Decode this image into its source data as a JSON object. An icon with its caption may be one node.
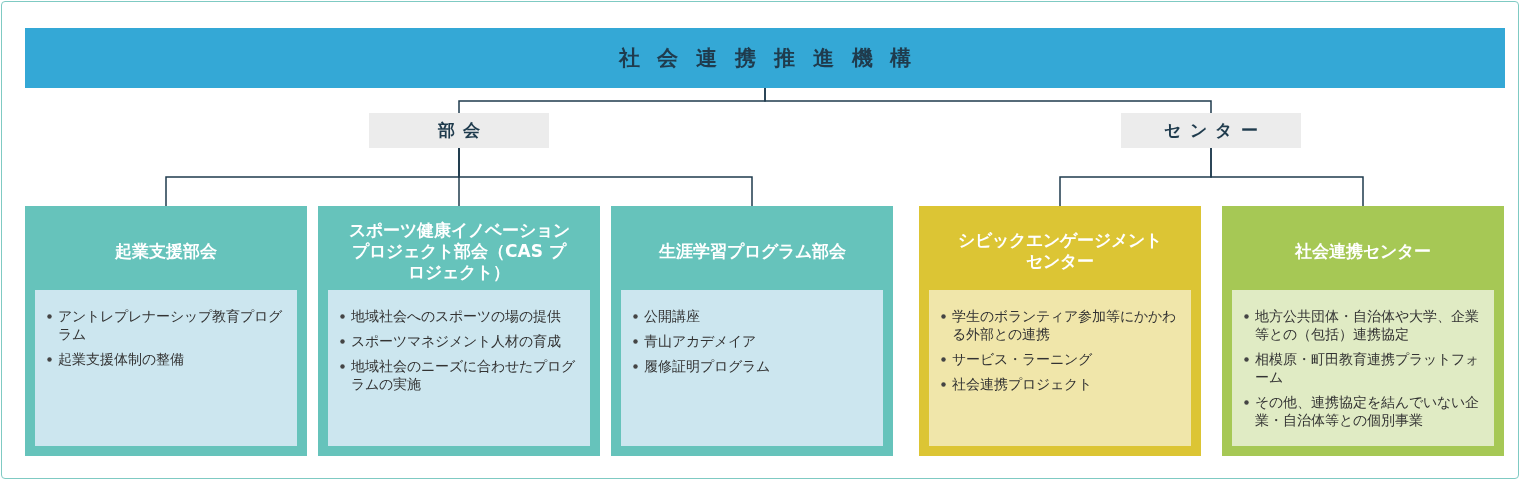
{
  "diagram": {
    "nodes": [
      {
        "text": [
          "社会連携推進機構"
        ]
      },
      {
        "text": [
          "部会"
        ]
      },
      {
        "text": [
          "センター"
        ]
      },
      {
        "text": [
          "起業支援部会"
        ]
      },
      {
        "text": [
          "アントレプレナーシップ教育プログラム",
          "起業支援体制の整備"
        ],
        "in": 3
      },
      {
        "text": [
          "スポーツ健康イノベーションプロジェクト部会（CAS プロジェクト）"
        ]
      },
      {
        "text": [
          "地域社会へのスポーツの場の提供",
          "スポーツマネジメント人材の育成",
          "地域社会のニーズに合わせたプログラムの実施"
        ],
        "in": 5
      },
      {
        "text": [
          "生涯学習プログラム部会"
        ]
      },
      {
        "text": [
          "公開講座",
          "青山アカデメイア",
          "履修証明プログラム"
        ],
        "in": 7
      },
      {
        "text": [
          "シビックエンゲージメントセンター"
        ]
      },
      {
        "text": [
          "学生のボランティア参加等にかかわる外部との連携",
          "サービス・ラーニング",
          "社会連携プロジェクト"
        ],
        "in": 9
      },
      {
        "text": [
          "社会連携センター"
        ]
      },
      {
        "text": [
          "地方公共団体・自治体や大学、企業等との（包括）連携協定",
          "相模原・町田教育連携プラットフォーム",
          "その他、連携協定を結んでいない企業・自治体等との個別事業"
        ],
        "in": 11
      }
    ],
    "edges": [
      {
        "from": 0,
        "to": 1,
        "arrow": "none"
      },
      {
        "from": 0,
        "to": 2,
        "arrow": "none"
      },
      {
        "from": 1,
        "to": 3,
        "arrow": "none"
      },
      {
        "from": 1,
        "to": 5,
        "arrow": "none"
      },
      {
        "from": 1,
        "to": 7,
        "arrow": "none"
      },
      {
        "from": 2,
        "to": 9,
        "arrow": "none"
      },
      {
        "from": 2,
        "to": 11,
        "arrow": "none"
      }
    ]
  }
}
